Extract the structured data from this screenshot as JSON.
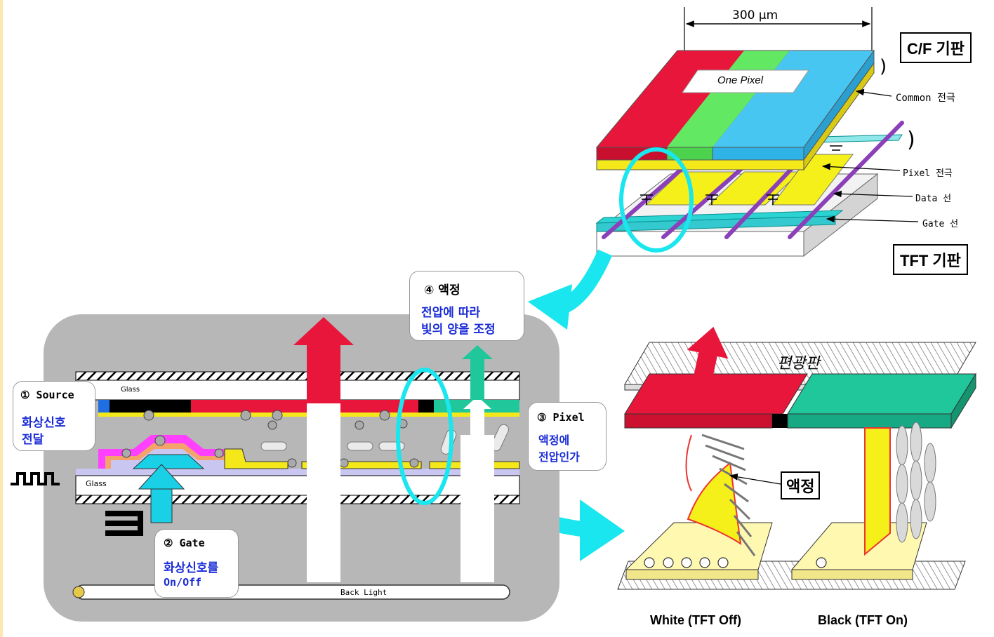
{
  "top_panel": {
    "dimension": "300 μm",
    "cf_substrate": "C/F 기판",
    "tft_substrate": "TFT 기판",
    "one_pixel": "One Pixel",
    "common_electrode": "Common 전극",
    "pixel_electrode": "Pixel 전극",
    "data_line": "Data 선",
    "gate_line": "Gate 선",
    "paren_upper": ")",
    "paren_lower": ")"
  },
  "cross_section": {
    "glass_top": "Glass",
    "glass_bottom": "Glass",
    "back_light": "Back Light",
    "source": {
      "title": "① Source",
      "line1": "화상신호",
      "line2": "전달"
    },
    "gate": {
      "title": "② Gate",
      "line1": "화상신호를",
      "line2": "On/Off"
    },
    "pixel": {
      "title": "③ Pixel",
      "line1": "액정에",
      "line2": "전압인가"
    },
    "lc": {
      "title": "④ 액정",
      "line1": "전압에 따라",
      "line2": "빛의 양을 조정"
    }
  },
  "right_panel": {
    "polarizer": "편광판",
    "liquid_crystal": "액정",
    "white_caption": "White (TFT Off)",
    "black_caption": "Black (TFT On)"
  },
  "colors": {
    "red": "#e8163a",
    "green": "#5fe85a",
    "cyan": "#45c4f0",
    "teal": "#1fbf94",
    "yellow": "#f5f000",
    "purple": "#9b4fc8",
    "highlight": "#19e6ee"
  }
}
